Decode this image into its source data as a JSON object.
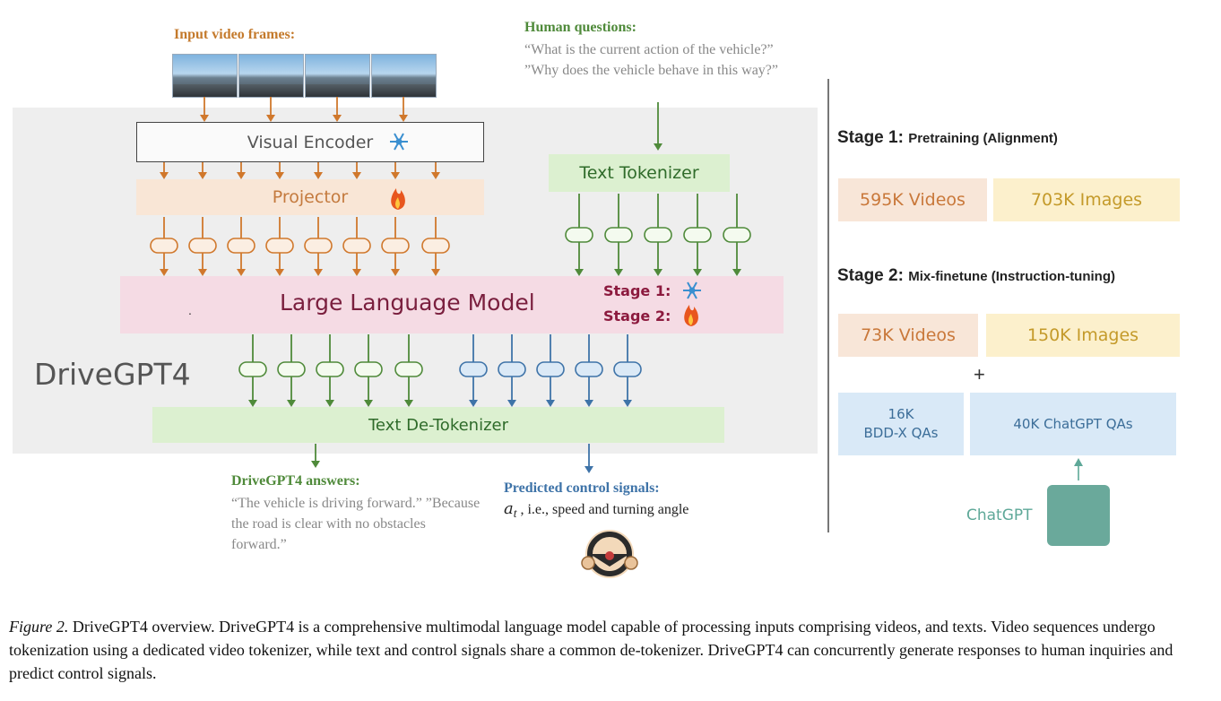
{
  "inputs": {
    "video_frames_label": "Input video frames:",
    "human_questions_title": "Human questions:",
    "human_questions_text": "“What is the current action of the vehicle?” ”Why does the vehicle behave in this way?”"
  },
  "modules": {
    "visual_encoder": "Visual Encoder",
    "projector": "Projector",
    "text_tokenizer": "Text Tokenizer",
    "llm": "Large Language Model",
    "llm_stage1": "Stage 1:",
    "llm_stage2": "Stage 2:",
    "de_tokenizer": "Text De-Tokenizer",
    "system_name": "DriveGPT4"
  },
  "outputs": {
    "answers_title": "DriveGPT4 answers:",
    "answers_text": "“The vehicle is driving forward.” ”Because the road is clear with no obstacles forward.”",
    "control_title": "Predicted control signals:",
    "control_symbol": "a",
    "control_subscript": "t",
    "control_text": " , i.e., speed and turning angle"
  },
  "training": {
    "stage1_prefix": "Stage 1:",
    "stage1_name": "Pretraining (Alignment)",
    "stage1_videos": "595K Videos",
    "stage1_images": "703K Images",
    "stage2_prefix": "Stage 2:",
    "stage2_name": "Mix-finetune (Instruction-tuning)",
    "stage2_videos": "73K Videos",
    "stage2_images": "150K Images",
    "plus": "+",
    "bddx_count": "16K",
    "bddx_label": "BDD-X QAs",
    "chatgpt_qas": "40K ChatGPT QAs",
    "chatgpt_label": "ChatGPT"
  },
  "caption": {
    "figure_label": "Figure 2.",
    "text": " DriveGPT4 overview. DriveGPT4 is a comprehensive multimodal language model capable of processing inputs comprising videos, and texts. Video sequences undergo tokenization using a dedicated video tokenizer, while text and control signals share a common de-tokenizer. DriveGPT4 can concurrently generate responses to human inquiries and predict control signals."
  },
  "colors": {
    "orange": "#d0782c",
    "green": "#4f8a3a",
    "blue": "#3e73a8",
    "llm_text": "#7a1f3e"
  }
}
